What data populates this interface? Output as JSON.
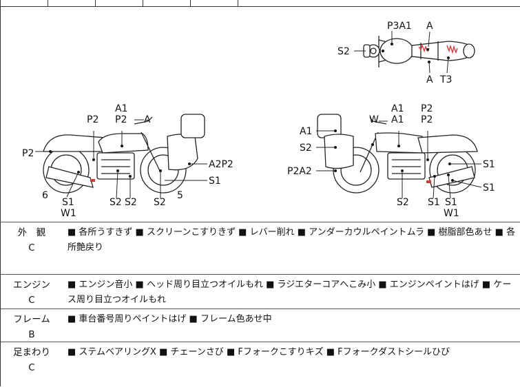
{
  "diagram": {
    "top_view": {
      "labels": [
        "P3A1",
        "A",
        "S2",
        "A",
        "T3"
      ]
    },
    "left_view": {
      "labels": [
        "A1",
        "P2",
        "P2",
        "A",
        "P2",
        "A2P2",
        "S1",
        "5",
        "6",
        "S1",
        "W1",
        "S2",
        "S2",
        "S2"
      ]
    },
    "right_view": {
      "labels": [
        "A1",
        "P2",
        "W",
        "A1",
        "P2",
        "A1",
        "S2",
        "P2A2",
        "S1",
        "S1",
        "S2",
        "S1",
        "S1",
        "W1"
      ]
    }
  },
  "rows": [
    {
      "name": "外　観",
      "grade": "C",
      "notes": "■ 各所うすきず ■ スクリーンこすりきず ■ レバー削れ ■ アンダーカウルペイントムラ ■ 樹脂部色あせ ■ 各所艶戻り"
    },
    {
      "name": "エンジン",
      "grade": "C",
      "notes": "■ エンジン音小 ■ ヘッド周り目立つオイルもれ ■ ラジエターコアへこみ小 ■ エンジンペイントはげ ■ ケース周り目立つオイルもれ"
    },
    {
      "name": "フレーム",
      "grade": "B",
      "notes": "■ 車台番号周りペイントはげ ■ フレーム色あせ中"
    },
    {
      "name": "足まわり",
      "grade": "C",
      "notes": "■ ステムベアリングX ■ チェーンさび ■ Fフォークこすりキズ ■ Fフォークダストシールひび"
    }
  ],
  "colors": {
    "damage_mark": "#d53a3a",
    "line": "#222222"
  }
}
